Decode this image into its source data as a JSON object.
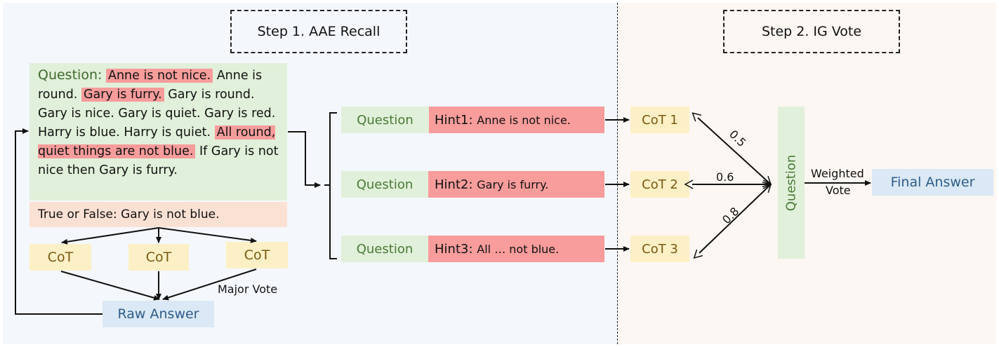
{
  "step1": {
    "title": "Step 1. AAE Recall",
    "question_label": "Question:",
    "question_segments": [
      {
        "text": "Anne is not nice.",
        "highlight": true
      },
      {
        "text": " Anne is round. ",
        "highlight": false
      },
      {
        "text": "Gary is furry.",
        "highlight": true
      },
      {
        "text": " Gary is round. Gary is nice. Gary is quiet. Gary is red. Harry is blue. Harry is quiet. ",
        "highlight": false
      },
      {
        "text": "All round, quiet things are not blue.",
        "highlight": true
      },
      {
        "text": " If Gary is not nice then Gary is furry.",
        "highlight": false
      }
    ],
    "true_false": "True or False: Gary is not blue.",
    "cots": [
      "CoT",
      "CoT",
      "CoT"
    ],
    "major_vote_label": "Major Vote",
    "raw_answer": "Raw Answer",
    "hint_rows": [
      {
        "question": "Question",
        "hint_label": "Hint1:",
        "hint_text": "Anne is not nice."
      },
      {
        "question": "Question",
        "hint_label": "Hint2:",
        "hint_text": "Gary is furry."
      },
      {
        "question": "Question",
        "hint_label": "Hint3:",
        "hint_text": "All … not blue."
      }
    ]
  },
  "step2": {
    "title": "Step 2. IG Vote",
    "cots": [
      "CoT 1",
      "CoT 2",
      "CoT 3"
    ],
    "weights": [
      "0.5",
      "0.6",
      "0.8"
    ],
    "question_label": "Question",
    "weighted_vote_label_line1": "Weighted",
    "weighted_vote_label_line2": "Vote",
    "final_answer": "Final Answer"
  },
  "colors": {
    "left_bg": "#f4f8fc",
    "right_bg": "#fcf7f3",
    "question_bg": "#e1f0da",
    "question_text": "#4a7a36",
    "highlight_red": "#f99c9c",
    "cot_bg": "#fdf0c6",
    "cot_text": "#7a5a10",
    "answer_bg": "#dbe8f5",
    "answer_text": "#2e5d8a",
    "tf_bg": "#fbe0d4"
  }
}
